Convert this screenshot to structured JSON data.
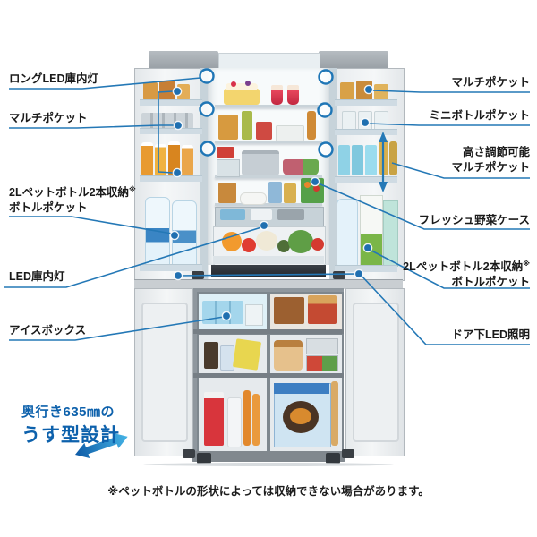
{
  "callouts": {
    "left": [
      {
        "label": "ロングLED庫内灯"
      },
      {
        "label": "マルチポケット"
      },
      {
        "label": "2Lペットボトル2本収納",
        "sup": "※",
        "label2": "ボトルポケット"
      },
      {
        "label": "LED庫内灯"
      },
      {
        "label": "アイスボックス"
      }
    ],
    "right": [
      {
        "label": "マルチポケット"
      },
      {
        "label": "ミニボトルポケット"
      },
      {
        "label": "高さ調節可能",
        "label2": "マルチポケット"
      },
      {
        "label": "フレッシュ野菜ケース"
      },
      {
        "label": "2Lペットボトル2本収納",
        "sup": "※",
        "label2": "ボトルポケット"
      },
      {
        "label": "ドア下LED照明"
      }
    ]
  },
  "feature_badge": {
    "line1": "奥行き635㎜の",
    "line2": "うす型設計"
  },
  "footnote": "※ペットボトルの形状によっては収納できない場合があります。",
  "colors": {
    "callout_line": "#2478b6",
    "callout_dot": "#1f6fb0",
    "led_ring": "#1f76b6",
    "accent_text": "#0d61ac",
    "depth_arrow_dark": "#0d5aa6",
    "depth_arrow_light": "#45b4e6",
    "label_text": "#1a1a1a"
  },
  "icons": {
    "led_highlight": "blue ring circle over door-edge LED lamp",
    "callout_target": "filled blue dot at pointed feature",
    "height_adjust": "vertical double-headed arrow",
    "depth": "diagonal double-headed gradient arrow"
  }
}
